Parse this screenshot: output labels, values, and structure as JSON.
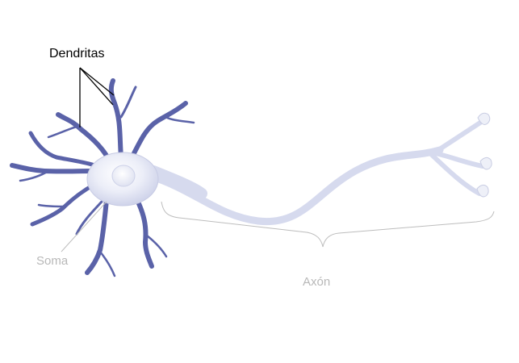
{
  "labels": {
    "dendrites": "Dendritas",
    "soma": "Soma",
    "axon": "Axón"
  },
  "colors": {
    "dendrite": "#5a62a8",
    "axon": "#d6daee",
    "soma": "#e9ebf6",
    "terminal": "#eef0f8",
    "leader_dark": "#000000",
    "leader_light": "#bdbdbd",
    "label_light": "#b8b8b8"
  }
}
